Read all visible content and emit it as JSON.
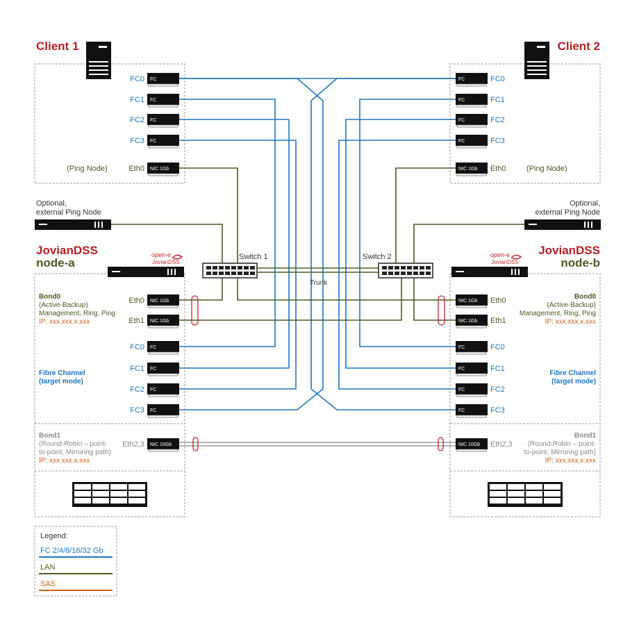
{
  "clients": {
    "client1": {
      "title": "Client 1",
      "ports": [
        {
          "label": "FC0",
          "card": "FC"
        },
        {
          "label": "FC1",
          "card": "FC"
        },
        {
          "label": "FC2",
          "card": "FC"
        },
        {
          "label": "FC3",
          "card": "FC"
        }
      ],
      "eth": {
        "label": "Eth0",
        "card": "NIC 1Gb",
        "note": "(Ping Node)"
      }
    },
    "client2": {
      "title": "Client 2",
      "ports": [
        {
          "label": "FC0",
          "card": "FC"
        },
        {
          "label": "FC1",
          "card": "FC"
        },
        {
          "label": "FC2",
          "card": "FC"
        },
        {
          "label": "FC3",
          "card": "FC"
        }
      ],
      "eth": {
        "label": "Eth0",
        "card": "NIC 1Gb",
        "note": "(Ping Node)"
      }
    }
  },
  "ping_nodes": {
    "left": {
      "line1": "Optional,",
      "line2": "external Ping Node"
    },
    "right": {
      "line1": "Optional,",
      "line2": "external Ping Node"
    }
  },
  "switches": {
    "switch1": "Switch 1",
    "switch2": "Switch 2",
    "trunk": "Trunk"
  },
  "logo": {
    "top": "open-e",
    "bottom": "JovianDSS"
  },
  "nodes": {
    "a": {
      "title1": "JovianDSS",
      "title2": "node-a",
      "eth": [
        {
          "label": "Eth0",
          "card": "NIC 1Gb"
        },
        {
          "label": "Eth1",
          "card": "NIC 1Gb"
        }
      ],
      "bond0": {
        "name": "Bond0",
        "mode": "(Active-Backup)",
        "usage": "Management, Ring, Ping",
        "ip": "IP: xxx.xxx.x.xxx"
      },
      "fc": [
        {
          "label": "FC0",
          "card": "FC"
        },
        {
          "label": "FC1",
          "card": "FC"
        },
        {
          "label": "FC2",
          "card": "FC"
        },
        {
          "label": "FC3",
          "card": "FC"
        }
      ],
      "fc_title1": "Fibre Channel",
      "fc_title2": "(target mode)",
      "bond1": {
        "name": "Bond1",
        "line1": "(Round-Robin – point-",
        "line2": "to-point, Mirroring path)",
        "ip": "IP: xxx.xxx.x.xxx",
        "port": "Eth2,3",
        "card": "NIC 10Gb"
      }
    },
    "b": {
      "title1": "JovianDSS",
      "title2": "node-b",
      "eth": [
        {
          "label": "Eth0",
          "card": "NIC 1Gb"
        },
        {
          "label": "Eth1",
          "card": "NIC 1Gb"
        }
      ],
      "bond0": {
        "name": "Bond0",
        "mode": "(Active-Backup)",
        "usage": "Management, Ring, Ping",
        "ip": "IP: xxx.xxx.x.xxx"
      },
      "fc": [
        {
          "label": "FC0",
          "card": "FC"
        },
        {
          "label": "FC1",
          "card": "FC"
        },
        {
          "label": "FC2",
          "card": "FC"
        },
        {
          "label": "FC3",
          "card": "FC"
        }
      ],
      "fc_title1": "Fibre Channel",
      "fc_title2": "(target mode)",
      "bond1": {
        "name": "Bond1",
        "line1": "(Round-Robin – point-",
        "line2": "to-point, Mirroring path)",
        "ip": "IP: xxx.xxx.x.xxx",
        "port": "Eth2,3",
        "card": "NIC 10Gb"
      }
    }
  },
  "legend": {
    "title": "Legend:",
    "items": [
      {
        "label": "FC 2/4/8/16/32 Gb",
        "color": "#1f74c0"
      },
      {
        "label": "LAN",
        "color": "#4a5a22"
      },
      {
        "label": "SAS",
        "color": "#d2601a"
      }
    ]
  },
  "colors": {
    "fc": "#1f74c0",
    "lan": "#4a5a22",
    "sas": "#d2601a",
    "title": "#b52025",
    "mirror": "#999999"
  }
}
